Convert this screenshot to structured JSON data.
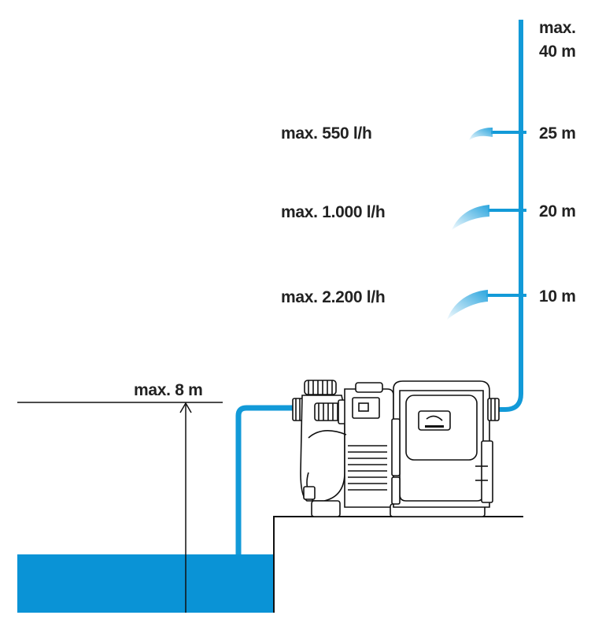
{
  "labels": {
    "height_max": [
      "max.",
      "40 m"
    ],
    "height_25": "25 m",
    "height_20": "20 m",
    "height_10": "10 m",
    "flow_25": "max. 550 l/h",
    "flow_20": "max. 1.000 l/h",
    "flow_10": "max. 2.200 l/h",
    "suction_depth": "max. 8 m"
  },
  "colors": {
    "water": "#0a93d6",
    "pipe": "#129ad8",
    "line": "#111111",
    "text": "#222222"
  },
  "icons": {
    "pump": "garden-pump-icon",
    "spray": "water-spray-icon"
  }
}
